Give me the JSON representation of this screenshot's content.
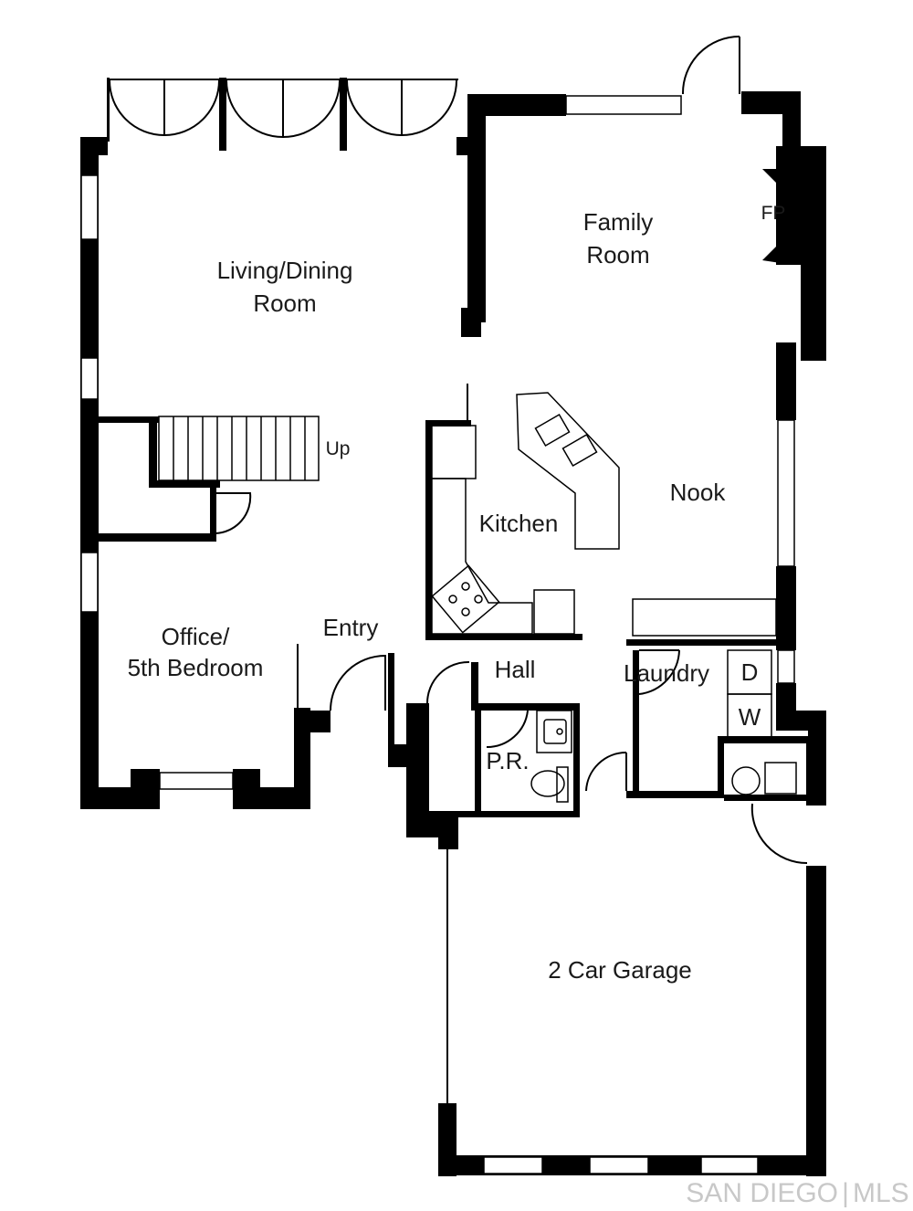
{
  "rooms": {
    "living_dining_line1": "Living/Dining",
    "living_dining_line2": "Room",
    "family_line1": "Family",
    "family_line2": "Room",
    "fireplace": "FP",
    "stairs_up": "Up",
    "nook": "Nook",
    "kitchen": "Kitchen",
    "office_line1": "Office/",
    "office_line2": "5th Bedroom",
    "entry": "Entry",
    "hall": "Hall",
    "laundry": "Laundry",
    "dryer": "D",
    "washer": "W",
    "powder_room": "P.R.",
    "garage": "2 Car Garage"
  },
  "watermark": {
    "brand_left": "SAN DIEGO",
    "separator": "|",
    "brand_right": "MLS"
  },
  "colors": {
    "wall": "#000000",
    "background": "#ffffff",
    "watermark": "#c8c8c8"
  }
}
